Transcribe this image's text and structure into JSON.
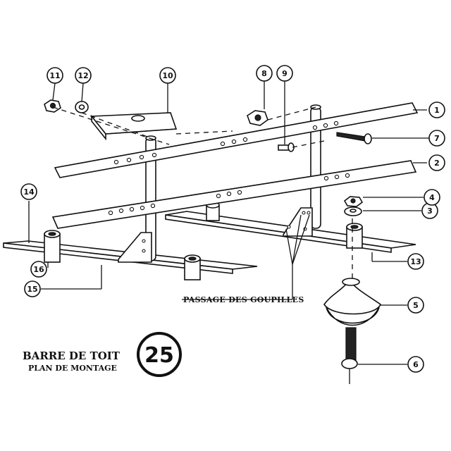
{
  "title": "BARRE DE TOIT",
  "subtitle": "PLAN DE MONTAGE",
  "page_number": "25",
  "annotation": "PASSAGE DES GOUPILLES",
  "callouts": [
    "1",
    "2",
    "3",
    "4",
    "5",
    "6",
    "7",
    "8",
    "9",
    "10",
    "11",
    "12",
    "13",
    "14",
    "15",
    "16"
  ]
}
